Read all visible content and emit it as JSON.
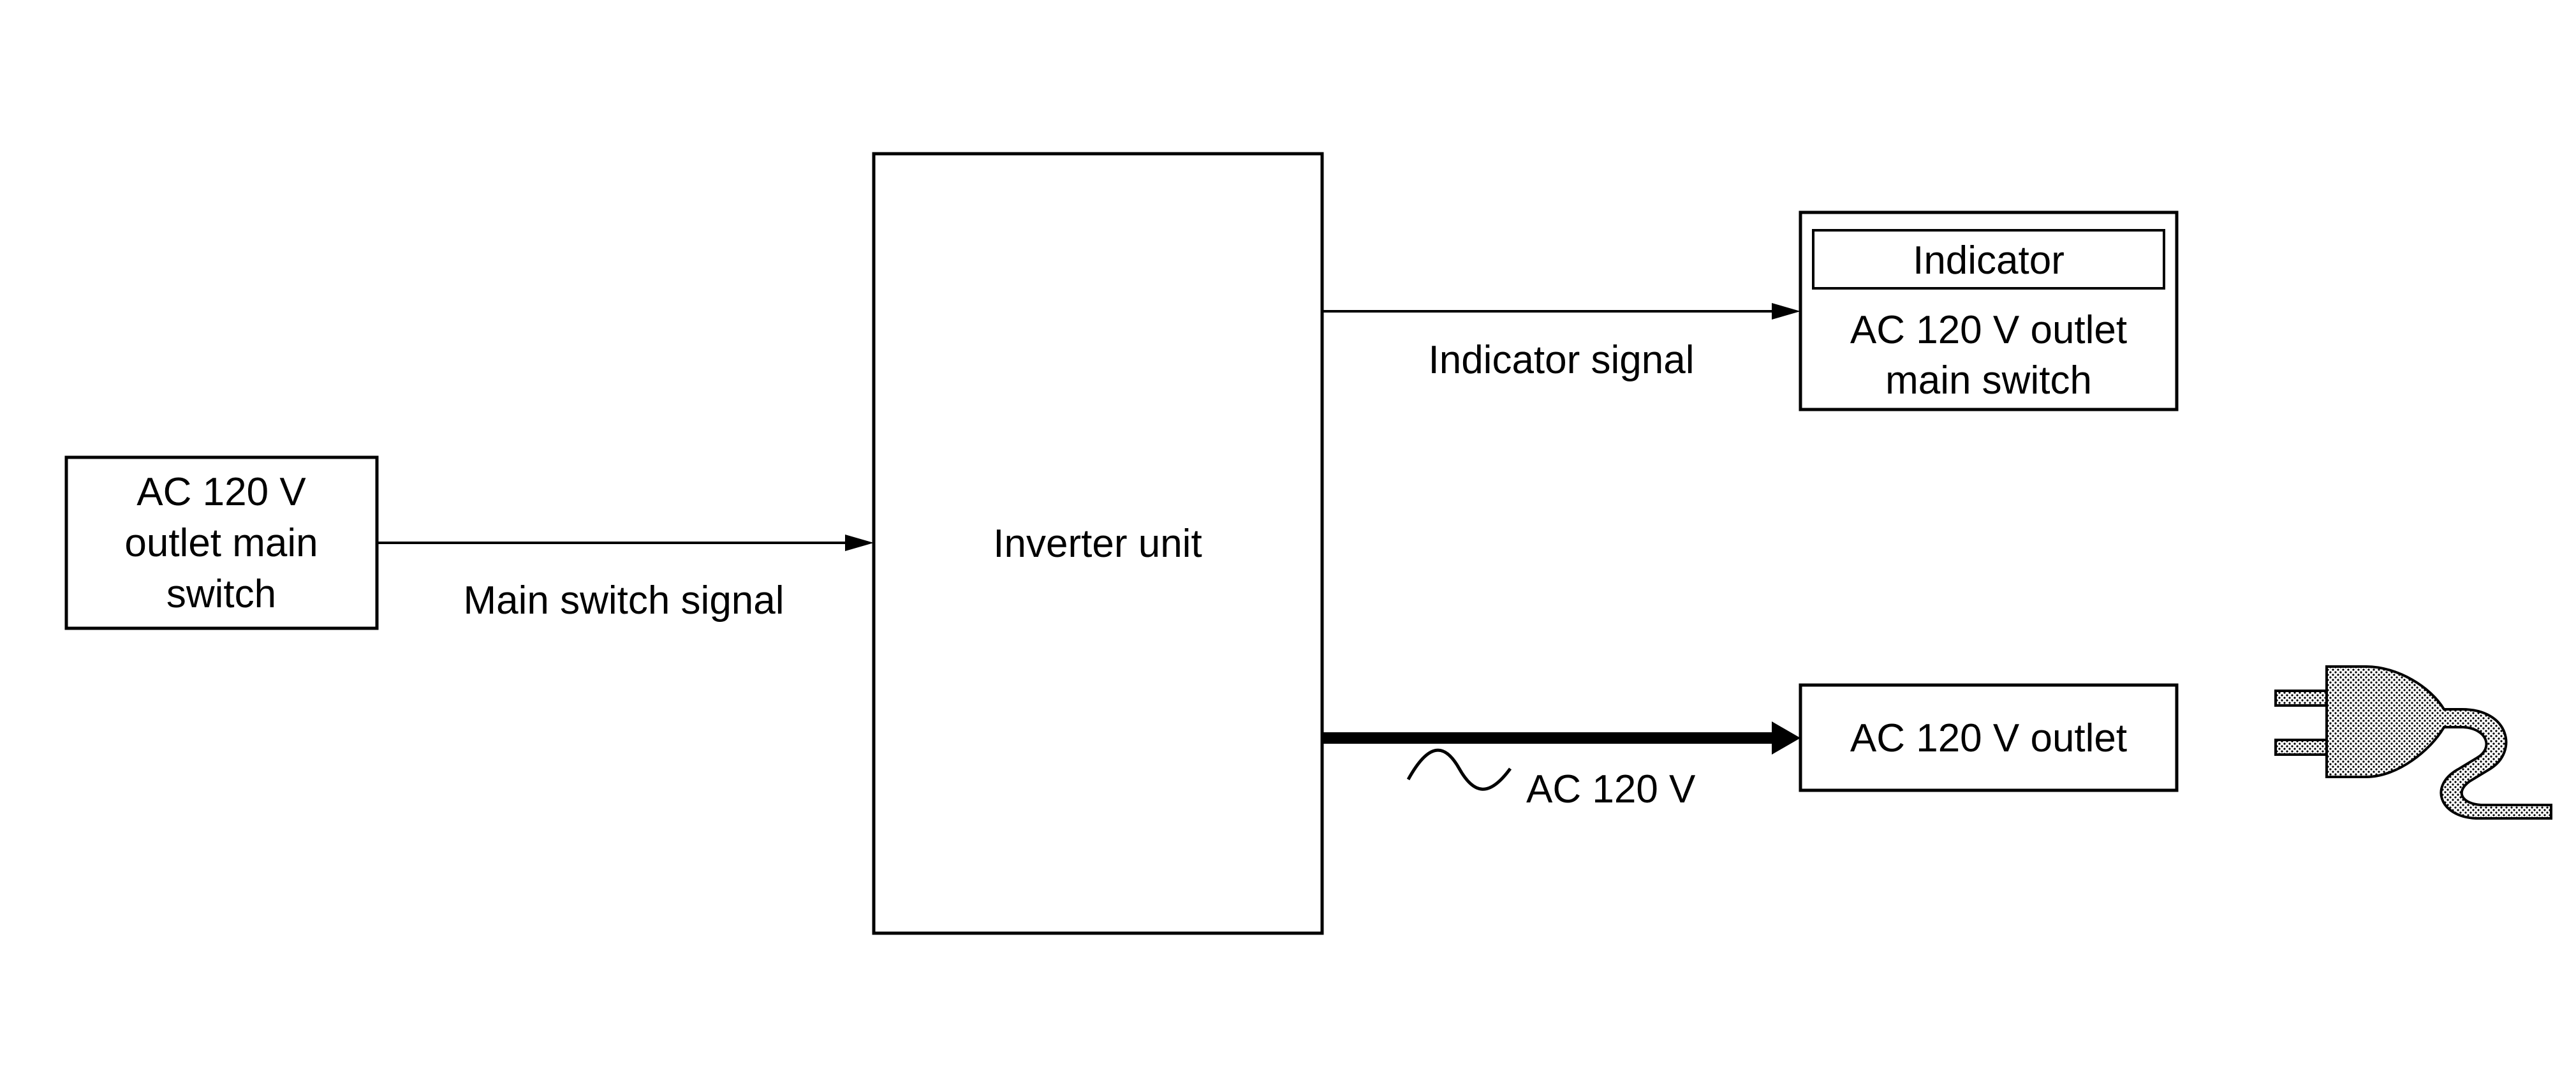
{
  "blocks": {
    "main_switch_left": {
      "lines": [
        "AC 120 V",
        "outlet main",
        "switch"
      ]
    },
    "inverter": {
      "label": "Inverter unit"
    },
    "indicator_switch": {
      "indicator_label": "Indicator",
      "lines": [
        "AC 120 V outlet",
        "main switch"
      ]
    },
    "outlet": {
      "label": "AC 120 V outlet"
    }
  },
  "signals": {
    "main_switch": "Main switch signal",
    "indicator": "Indicator signal",
    "ac_power": "AC 120 V"
  },
  "icons": {
    "ac_wave": "sine-wave-icon",
    "plug": "power-plug-icon"
  }
}
